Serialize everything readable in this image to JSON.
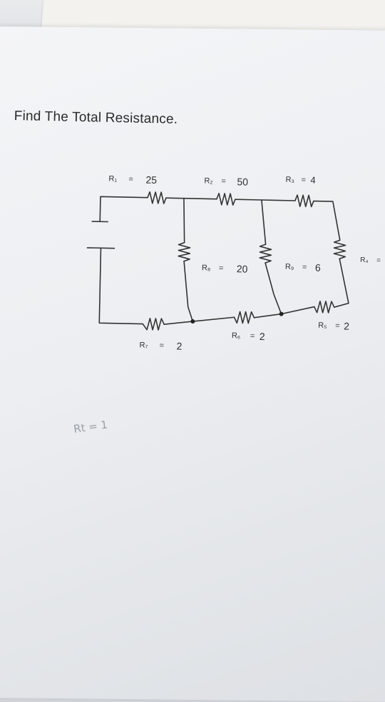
{
  "problem": {
    "title": "Find The Total Resistance."
  },
  "resistors": {
    "r1": {
      "name": "R₁",
      "value": "25"
    },
    "r2": {
      "name": "R₂",
      "value": "50"
    },
    "r3": {
      "name": "R₃",
      "value": "4"
    },
    "r4": {
      "name": "R₄",
      "value": ""
    },
    "r5": {
      "name": "R₅",
      "value": "2"
    },
    "r6": {
      "name": "R₆",
      "value": "2"
    },
    "r7": {
      "name": "R₇",
      "value": "2"
    },
    "r8": {
      "name": "R₈",
      "value": "20"
    },
    "r9": {
      "name": "R₉",
      "value": "6"
    }
  },
  "equals": "=",
  "handwriting": {
    "text": "Rt = 1"
  },
  "colors": {
    "ink": "#2f2f2f",
    "paper": "#eef0f2",
    "pencil": "#9aa0a8"
  }
}
